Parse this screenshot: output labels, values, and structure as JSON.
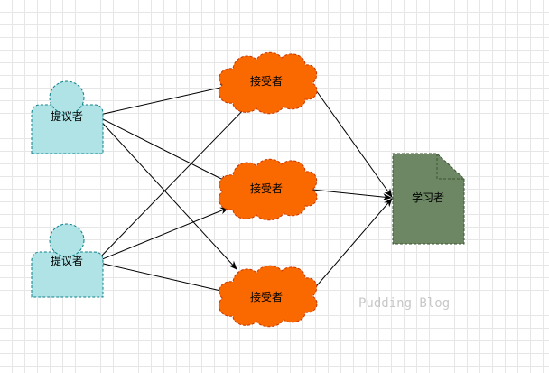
{
  "diagram": {
    "proposer_label": "提议者",
    "acceptor_label": "接受者",
    "learner_label": "学习者",
    "colors": {
      "proposer_fill": "#b0e3e6",
      "proposer_stroke": "#0e8088",
      "acceptor_fill": "#fa6800",
      "acceptor_stroke": "#c73500",
      "learner_fill": "#6d8764",
      "learner_stroke": "#3a5431",
      "edge": "#000000"
    }
  },
  "watermark": "Pudding Blog"
}
